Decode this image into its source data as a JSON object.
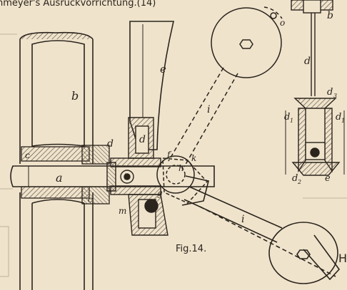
{
  "header_text": "nmeyer's Ausrückvorrichtung.(14)",
  "caption": "Fig.14.",
  "corner_label": "Ha",
  "labels": {
    "a": "a",
    "b": "b",
    "c": "c",
    "c2": "c",
    "d": "d",
    "d1": "d",
    "e": "e",
    "f": "f",
    "g": "g",
    "h": "h",
    "i_upper": "i",
    "i_lower": "i",
    "k": "k",
    "l": "l",
    "m": "m",
    "o": "o",
    "r_b": "b",
    "r_d": "d",
    "r_d3": "d",
    "r_d3_sub": "3",
    "r_d1": "d",
    "r_d1_sub": "1",
    "r_d1b": "d",
    "r_d1b_sub": "1",
    "r_d2": "d",
    "r_d2_sub": "2",
    "r_e": "e"
  },
  "colors": {
    "paper": "#efe3cc",
    "ink": "#2b241c",
    "hatch": "#5a4e40"
  }
}
